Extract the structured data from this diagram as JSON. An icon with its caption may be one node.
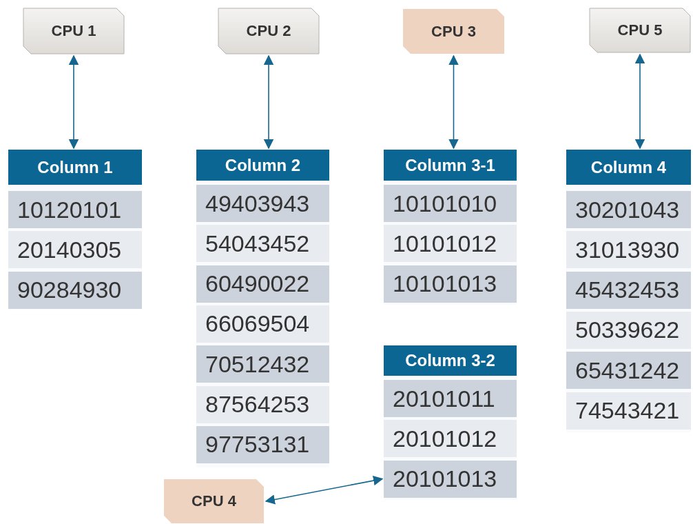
{
  "diagram": {
    "nodes": [
      {
        "text": [
          "CPU 1"
        ]
      },
      {
        "text": [
          "CPU 2"
        ]
      },
      {
        "text": [
          "CPU 3"
        ]
      },
      {
        "text": [
          "CPU 5"
        ]
      },
      {
        "text": [
          "Column 1"
        ]
      },
      {
        "text": [
          "10120101"
        ],
        "in": 4
      },
      {
        "text": [
          "20140305"
        ],
        "in": 4
      },
      {
        "text": [
          "90284930"
        ],
        "in": 4
      },
      {
        "text": [
          "Column 2"
        ]
      },
      {
        "text": [
          "49403943"
        ],
        "in": 8
      },
      {
        "text": [
          "54043452"
        ],
        "in": 8
      },
      {
        "text": [
          "60490022"
        ],
        "in": 8
      },
      {
        "text": [
          "66069504"
        ],
        "in": 8
      },
      {
        "text": [
          "70512432"
        ],
        "in": 8
      },
      {
        "text": [
          "87564253"
        ],
        "in": 8
      },
      {
        "text": [
          "97753131"
        ],
        "in": 8
      },
      {
        "text": [
          "Column 3-1"
        ]
      },
      {
        "text": [
          "10101010"
        ],
        "in": 16
      },
      {
        "text": [
          "10101012"
        ],
        "in": 16
      },
      {
        "text": [
          "10101013"
        ],
        "in": 16
      },
      {
        "text": [
          "Column 4"
        ]
      },
      {
        "text": [
          "30201043"
        ],
        "in": 20
      },
      {
        "text": [
          "31013930"
        ],
        "in": 20
      },
      {
        "text": [
          "45432453"
        ],
        "in": 20
      },
      {
        "text": [
          "50339622"
        ],
        "in": 20
      },
      {
        "text": [
          "65431242"
        ],
        "in": 20
      },
      {
        "text": [
          "74543421"
        ],
        "in": 20
      },
      {
        "text": [
          "Column 3-2"
        ]
      },
      {
        "text": [
          "20101011"
        ],
        "in": 27
      },
      {
        "text": [
          "20101012"
        ],
        "in": 27
      },
      {
        "text": [
          "20101013"
        ],
        "in": 27
      },
      {
        "text": [
          "CPU 4"
        ]
      }
    ],
    "edges": [
      {
        "from": 0,
        "to": 4,
        "arrow": "both"
      },
      {
        "from": 1,
        "to": 8,
        "arrow": "both"
      },
      {
        "from": 2,
        "to": 16,
        "arrow": "both"
      },
      {
        "from": 3,
        "to": 20,
        "arrow": "both"
      },
      {
        "from": 31,
        "to": 30,
        "arrow": "both"
      }
    ]
  }
}
